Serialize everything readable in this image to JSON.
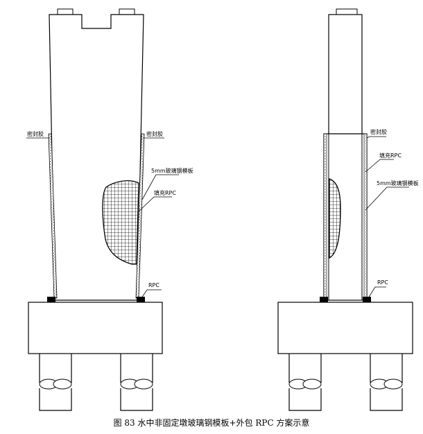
{
  "labels": {
    "sealant": "密封胶",
    "frp_plate": "5mm玻璃钢模板",
    "fill_rpc": "填充RPC",
    "rpc": "RPC"
  },
  "caption": "图 83  水中非固定墩玻璃钢模板+外包 RPC 方案示意"
}
